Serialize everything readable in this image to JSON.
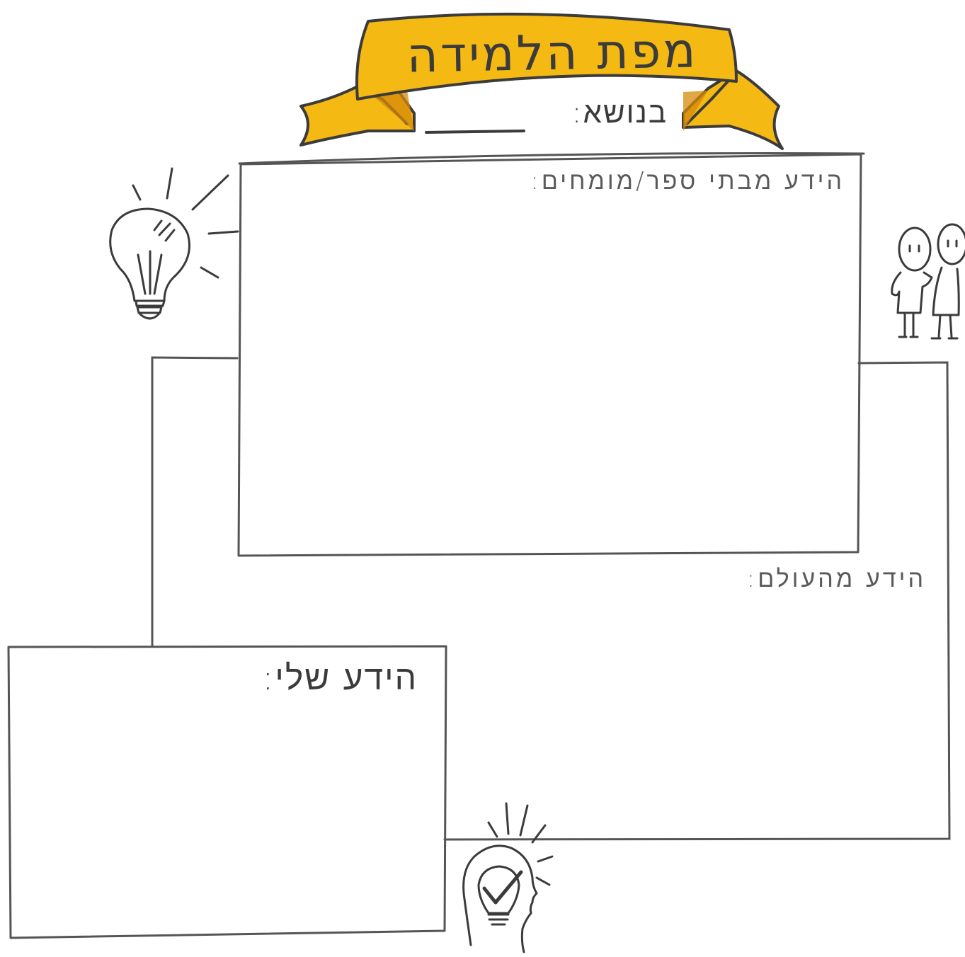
{
  "banner": {
    "title": "מפת הלמידה",
    "color": "#F5B914",
    "shadow_color": "#D48A0A"
  },
  "topic": {
    "label": "בנושא:"
  },
  "sections": {
    "experts": {
      "label": "הידע מבתי ספר/מומחים:"
    },
    "world": {
      "label": "הידע מהעולם:"
    },
    "mine": {
      "label": "הידע שלי:"
    }
  },
  "icons": {
    "top_left": "lightbulb-icon",
    "top_right": "two-people-icon",
    "bottom": "head-lightbulb-check-icon"
  },
  "colors": {
    "ink": "#3b3b3b",
    "frame": "#555555",
    "paper": "#ffffff"
  }
}
